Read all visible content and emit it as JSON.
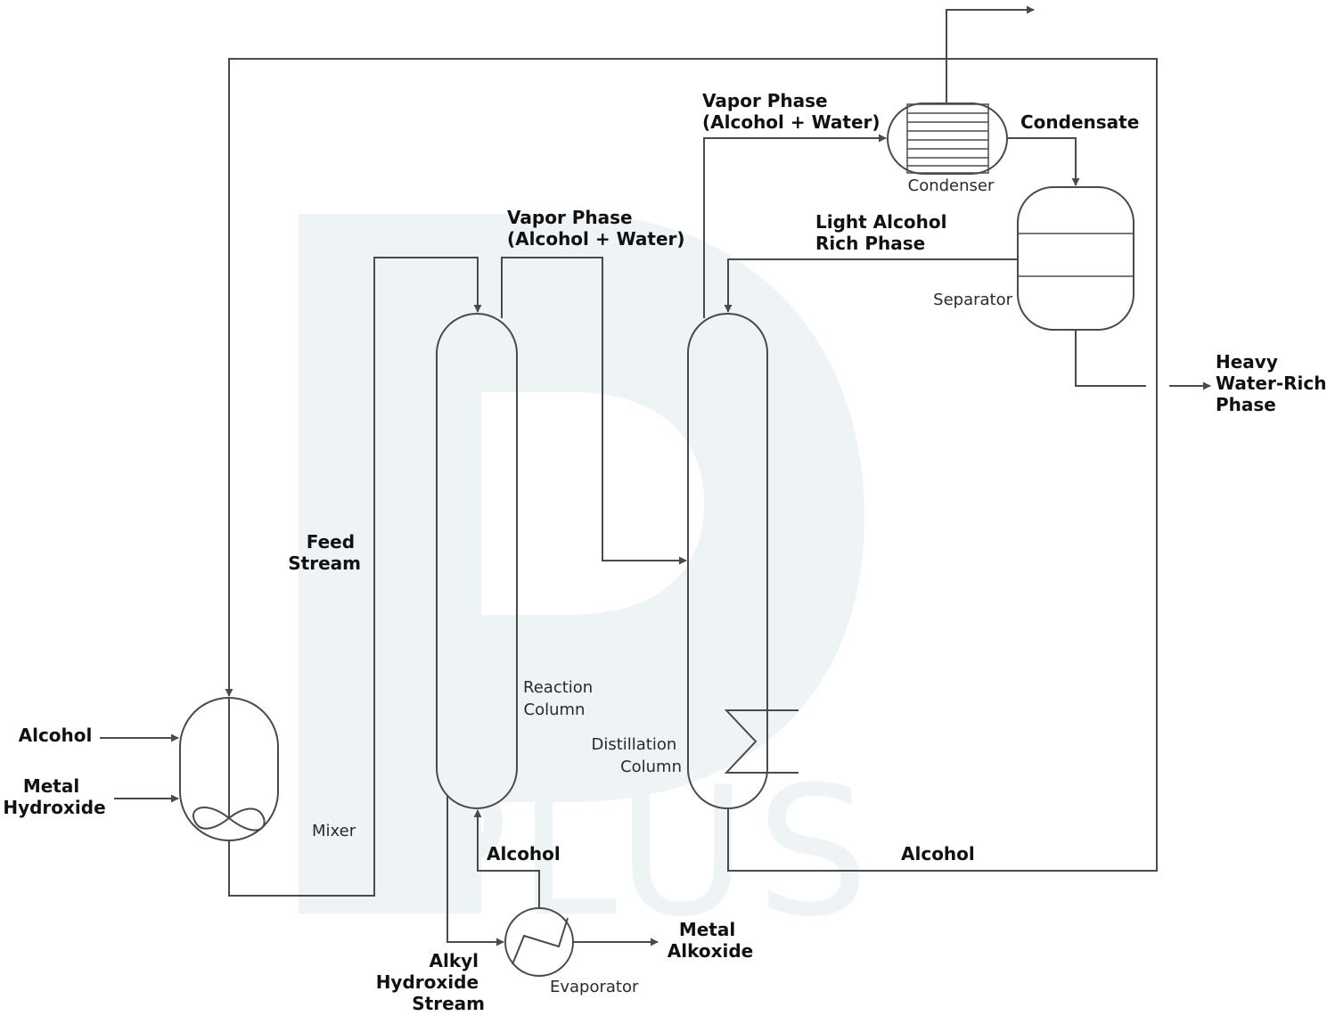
{
  "labels": {
    "alcohol_in": "Alcohol",
    "metal_line1": "Metal",
    "metal_line2": "Hydroxide",
    "mixer": "Mixer",
    "feed_line1": "Feed",
    "feed_line2": "Stream",
    "vapor1_line1": "Vapor Phase",
    "vapor1_line2": "(Alcohol + Water)",
    "reaction_line1": "Reaction",
    "reaction_line2": "Column",
    "alcohol_evap": "Alcohol",
    "alkyl_line1": "Alkyl",
    "alkyl_line2": "Hydroxide",
    "alkyl_line3": "Stream",
    "evaporator": "Evaporator",
    "alkoxide_line1": "Metal",
    "alkoxide_line2": "Alkoxide",
    "distill_line1": "Distillation",
    "distill_line2": "Column",
    "alcohol_recycle": "Alcohol",
    "vapor2_line1": "Vapor Phase",
    "vapor2_line2": "(Alcohol + Water)",
    "condenser": "Condenser",
    "condensate": "Condensate",
    "light_line1": "Light Alcohol",
    "light_line2": "Rich Phase",
    "separator": "Separator",
    "heavy_line1": "Heavy",
    "heavy_line2": "Water-Rich",
    "heavy_line3": "Phase"
  },
  "watermark": {
    "text": "PLUS"
  }
}
